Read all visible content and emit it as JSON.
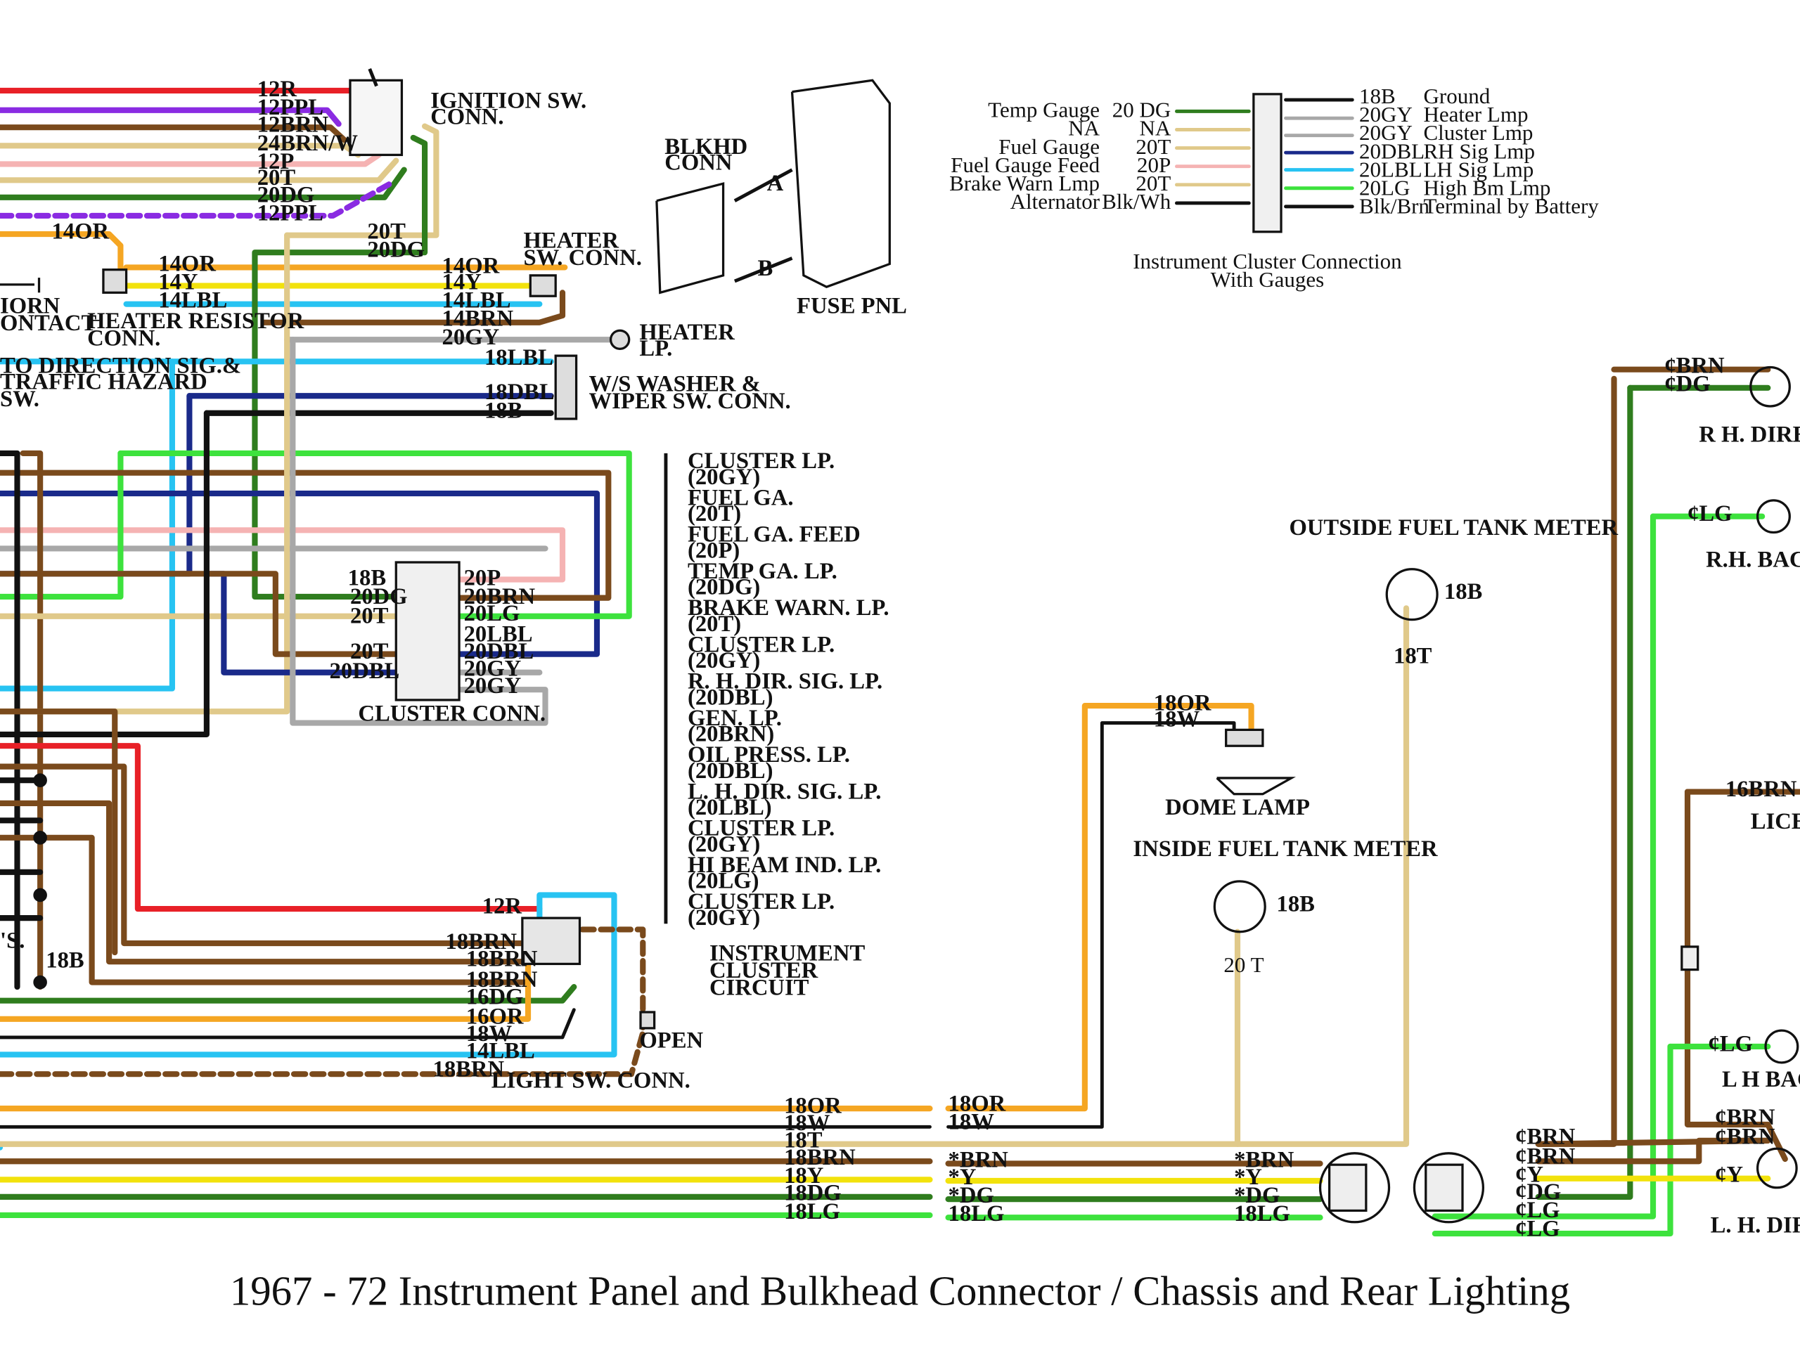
{
  "caption": "1967 - 72 Instrument Panel and Bulkhead Connector / Chassis and Rear Lighting",
  "legend": {
    "title": [
      "Instrument Cluster Connection",
      "With Gauges"
    ],
    "left": [
      {
        "name": "Temp Gauge",
        "wire": "20 DG"
      },
      {
        "name": "NA",
        "wire": "NA"
      },
      {
        "name": "Fuel Gauge",
        "wire": "20T"
      },
      {
        "name": "Fuel Gauge Feed",
        "wire": "20P"
      },
      {
        "name": "Brake Warn Lmp",
        "wire": "20T"
      },
      {
        "name": "Alternator",
        "wire": "Blk/Wh"
      }
    ],
    "right": [
      {
        "wire": "18B",
        "name": "Ground"
      },
      {
        "wire": "20GY",
        "name": "Heater Lmp"
      },
      {
        "wire": "20GY",
        "name": "Cluster Lmp"
      },
      {
        "wire": "20DBL",
        "name": "RH Sig Lmp"
      },
      {
        "wire": "20LBL",
        "name": "LH Sig Lmp"
      },
      {
        "wire": "20LG",
        "name": "High Bm Lmp"
      },
      {
        "wire": "Blk/Brn",
        "name": "Terminal by Battery"
      }
    ]
  },
  "ignition": {
    "title": [
      "IGNITION SW.",
      "CONN."
    ],
    "wires": [
      "12R",
      "12PPL",
      "12BRN",
      "24BRN/W",
      "12P",
      "20T",
      "20DG",
      "12PPL"
    ]
  },
  "bulkhead": {
    "title": [
      "BLKHD",
      "CONN"
    ],
    "fuse": "FUSE PNL",
    "a": "A",
    "b": "B"
  },
  "heater_switch": {
    "title": [
      "HEATER",
      "SW. CONN."
    ],
    "wires": [
      "14OR",
      "14Y",
      "14LBL",
      "14BRN",
      "20GY"
    ]
  },
  "heater_resistor": {
    "title": [
      "HEATER RESISTOR",
      "CONN."
    ],
    "wires": [
      "14OR",
      "14Y",
      "14LBL"
    ],
    "feed": "14OR"
  },
  "horn": [
    "IORN",
    "ONTACT"
  ],
  "mid_wires": [
    "20T",
    "20DG"
  ],
  "heater_lp": [
    "HEATER",
    "LP."
  ],
  "washer": {
    "title": [
      "W/S WASHER &",
      "WIPER SW. CONN."
    ],
    "wires": [
      "18LBL",
      "18DBL",
      "18B"
    ]
  },
  "direction": [
    "TO DIRECTION SIG.&",
    "TRAFFIC HAZARD",
    "SW."
  ],
  "cluster_conn": {
    "title": "CLUSTER CONN.",
    "left": [
      "18B",
      "20DG",
      "20T",
      "20T",
      "20DBL"
    ],
    "right": [
      "20P",
      "20BRN",
      "20LG",
      "20LBL",
      "20DBL",
      "20GY",
      "20GY"
    ]
  },
  "cluster_list": [
    [
      "CLUSTER LP.",
      "(20GY)"
    ],
    [
      "FUEL GA.",
      "(20T)"
    ],
    [
      "FUEL GA. FEED",
      "(20P)"
    ],
    [
      "TEMP GA. LP.",
      "(20DG)"
    ],
    [
      "BRAKE WARN. LP.",
      "(20T)"
    ],
    [
      "CLUSTER LP.",
      "(20GY)"
    ],
    [
      "R. H. DIR. SIG. LP.",
      "(20DBL)"
    ],
    [
      "GEN. LP.",
      "(20BRN)"
    ],
    [
      "OIL PRESS. LP.",
      "(20DBL)"
    ],
    [
      "L. H. DIR. SIG. LP.",
      "(20LBL)"
    ],
    [
      "CLUSTER LP.",
      "(20GY)"
    ],
    [
      "HI BEAM IND. LP.",
      "(20LG)"
    ],
    [
      "CLUSTER LP.",
      "(20GY)"
    ]
  ],
  "instrument_circuit": [
    "INSTRUMENT",
    "CLUSTER",
    "CIRCUIT"
  ],
  "light_switch": {
    "title": "LIGHT SW. CONN.",
    "wires": [
      "12R",
      "18BRN",
      "18BRN",
      "18BRN",
      "16DG",
      "16OR",
      "18W",
      "14LBL",
      "18BRN"
    ],
    "open": "OPEN",
    "ground": "18B"
  },
  "ps_label": "'S.",
  "bottom_wires": [
    "18OR",
    "18W",
    "18T",
    "18BRN",
    "18Y",
    "18DG",
    "18LG"
  ],
  "bottom_wires2": [
    "18OR",
    "18W"
  ],
  "chassis_wires": [
    "*BRN",
    "*Y",
    "*DG",
    "18LG"
  ],
  "chassis_wires_left": [
    "*BRN",
    "*Y",
    "*DG",
    "18LG"
  ],
  "dome": {
    "label": "DOME LAMP",
    "wires": [
      "18OR",
      "18W"
    ]
  },
  "outside_tank": {
    "title": "OUTSIDE FUEL TANK METER",
    "wire": "18T",
    "ground": "18B"
  },
  "inside_tank": {
    "title": "INSIDE FUEL TANK METER",
    "wire": "20 T",
    "ground": "18B"
  },
  "rear": {
    "rh_dir": "R H. DIREC",
    "rh_back": "R.H. BACI",
    "license": "LICEN",
    "lh_back": "L H BAC",
    "lh_dir": "L. H. DIRE",
    "rh_wires": [
      "¢BRN",
      "¢DG"
    ],
    "lg": "¢LG",
    "lic_wire": "16BRN",
    "lh_lg": "¢LG",
    "lh_wires": [
      "¢BRN",
      "¢BRN",
      "¢Y"
    ],
    "conn_wires": [
      "¢BRN",
      "¢BRN",
      "¢Y",
      "¢DG",
      "¢LG",
      "¢LG"
    ]
  },
  "colors": {
    "red": "#e82027",
    "purple": "#8a2be2",
    "brown": "#7a4a1c",
    "tan": "#e0c98a",
    "pink": "#f5b3b3",
    "green": "#2f7d1e",
    "orange": "#f5a623",
    "yellow": "#f2e20c",
    "lblue": "#27c3f2",
    "dblue": "#1a2a8a",
    "gray": "#a8a8a8",
    "lgreen": "#3de23d",
    "black": "#111111"
  }
}
